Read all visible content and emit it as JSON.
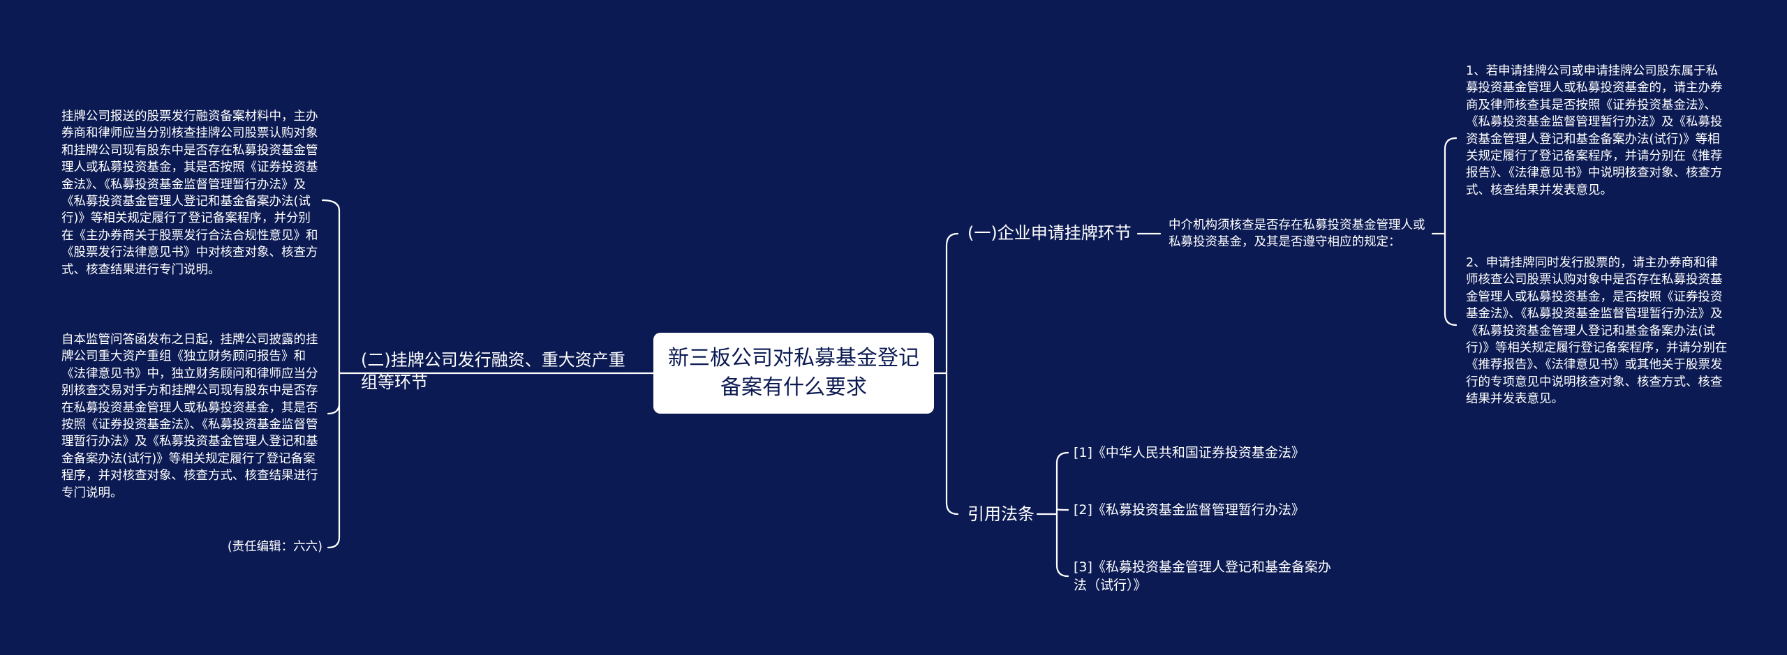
{
  "root": {
    "title": "新三板公司对私募基金登记备案有什么要求"
  },
  "left": {
    "branch": "(二)挂牌公司发行融资、重大资产重组等环节",
    "leaves": [
      "挂牌公司报送的股票发行融资备案材料中，主办券商和律师应当分别核查挂牌公司股票认购对象和挂牌公司现有股东中是否存在私募投资基金管理人或私募投资基金，其是否按照《证券投资基金法》、《私募投资基金监督管理暂行办法》及《私募投资基金管理人登记和基金备案办法(试行)》等相关规定履行了登记备案程序，并分别在《主办券商关于股票发行合法合规性意见》和《股票发行法律意见书》中对核查对象、核查方式、核查结果进行专门说明。",
      "自本监管问答函发布之日起，挂牌公司披露的挂牌公司重大资产重组《独立财务顾问报告》和《法律意见书》中，独立财务顾问和律师应当分别核查交易对手方和挂牌公司现有股东中是否存在私募投资基金管理人或私募投资基金，其是否按照《证券投资基金法》、《私募投资基金监督管理暂行办法》及《私募投资基金管理人登记和基金备案办法(试行)》等相关规定履行了登记备案程序，并对核查对象、核查方式、核查结果进行专门说明。",
      "(责任编辑：六六)"
    ]
  },
  "right_top": {
    "branch": "(一)企业申请挂牌环节",
    "middle": "中介机构须核查是否存在私募投资基金管理人或私募投资基金，及其是否遵守相应的规定：",
    "leaves": [
      "1、若申请挂牌公司或申请挂牌公司股东属于私募投资基金管理人或私募投资基金的，请主办券商及律师核查其是否按照《证券投资基金法》、《私募投资基金监督管理暂行办法》及《私募投资基金管理人登记和基金备案办法(试行)》等相关规定履行了登记备案程序，并请分别在《推荐报告》、《法律意见书》中说明核查对象、核查方式、核查结果并发表意见。",
      "2、申请挂牌同时发行股票的，请主办券商和律师核查公司股票认购对象中是否存在私募投资基金管理人或私募投资基金，是否按照《证券投资基金法》、《私募投资基金监督管理暂行办法》及《私募投资基金管理人登记和基金备案办法(试行)》等相关规定履行登记备案程序，并请分别在《推荐报告》、《法律意见书》或其他关于股票发行的专项意见中说明核查对象、核查方式、核查结果并发表意见。"
    ]
  },
  "right_bottom": {
    "branch": "引用法条",
    "leaves": [
      "[1]《中华人民共和国证券投资基金法》",
      "[2]《私募投资基金监督管理暂行办法》",
      "[3]《私募投资基金管理人登记和基金备案办法（试行）》"
    ]
  },
  "colors": {
    "background": "#0b1a52",
    "line": "#ffffff",
    "root_fill": "#ffffff",
    "root_text": "#0b1a52"
  }
}
